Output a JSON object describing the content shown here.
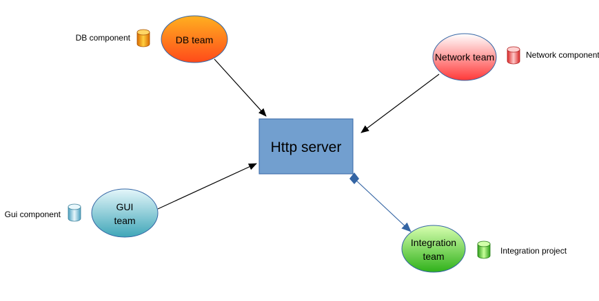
{
  "server": {
    "label": "Http server",
    "fill": "#729fcf",
    "stroke": "#3465a4"
  },
  "teams": {
    "db": {
      "label": "DB team",
      "top": "#ffb020",
      "bottom": "#ff4a1a"
    },
    "network": {
      "label": "Network team",
      "top": "#ffffff",
      "bottom": "#ff3838"
    },
    "gui": {
      "label_line1": "GUI",
      "label_line2": "team",
      "top": "#e4f6fa",
      "bottom": "#3fa6b8"
    },
    "integration": {
      "label_line1": "Integration",
      "label_line2": "team",
      "top": "#d8ffb0",
      "bottom": "#2fb11a"
    }
  },
  "components": {
    "db": {
      "label": "DB component",
      "icon": "database-icon"
    },
    "network": {
      "label": "Network component",
      "icon": "database-icon"
    },
    "gui": {
      "label": "Gui component",
      "icon": "database-icon"
    },
    "integration": {
      "label": "Integration project",
      "icon": "database-icon"
    }
  },
  "connectors": {
    "arrow_color": "#000000",
    "composition_color": "#3465a4"
  }
}
